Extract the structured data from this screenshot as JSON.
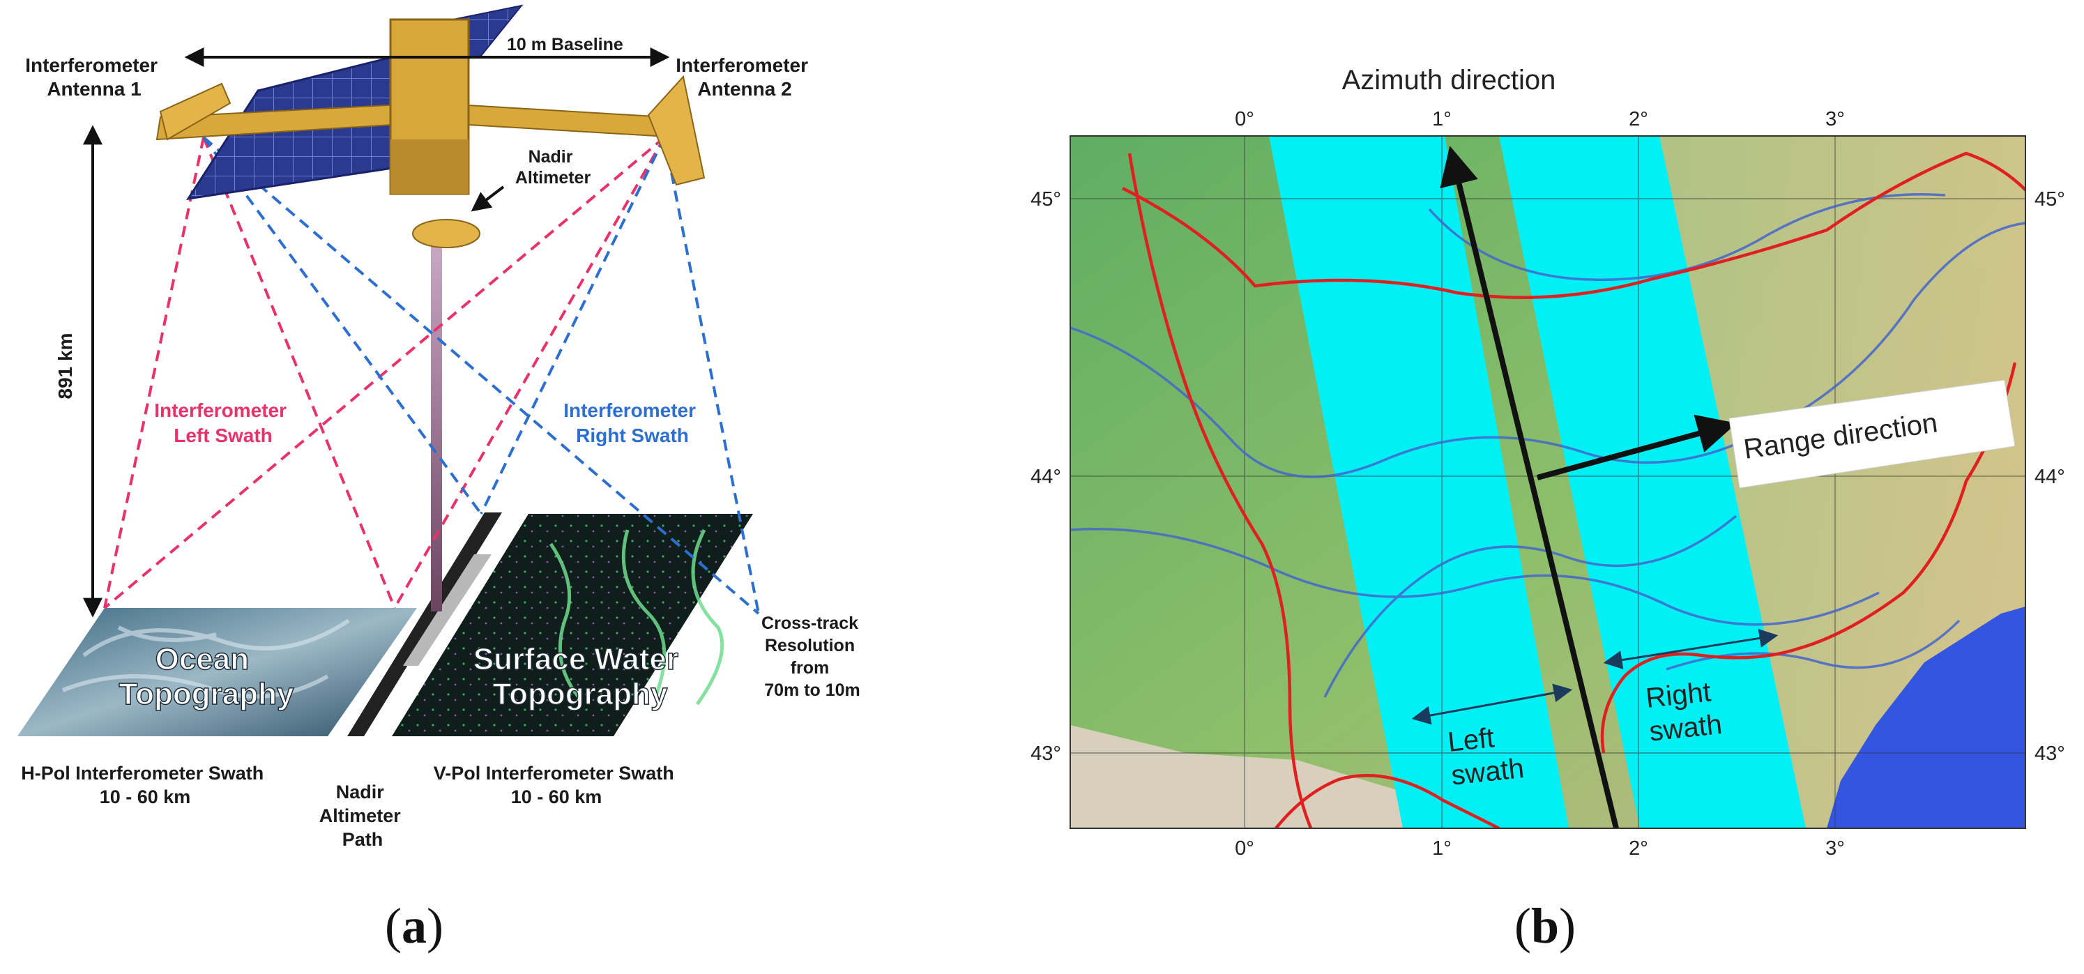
{
  "panel_a": {
    "letter_prefix": "(",
    "letter": "a",
    "letter_suffix": ")",
    "baseline": "10 m Baseline",
    "antenna1": [
      "Interferometer",
      "Antenna 1"
    ],
    "antenna2": [
      "Interferometer",
      "Antenna 2"
    ],
    "nadir_altimeter": [
      "Nadir",
      "Altimeter"
    ],
    "altitude": "891 km",
    "left_swath": [
      "Interferometer",
      "Left Swath"
    ],
    "right_swath": [
      "Interferometer",
      "Right Swath"
    ],
    "ocean": [
      "Ocean",
      "Topography"
    ],
    "surface_water": [
      "Surface Water",
      "Topography"
    ],
    "cross_track": [
      "Cross-track",
      "Resolution",
      "from",
      "70m to 10m"
    ],
    "hpol": [
      "H-Pol Interferometer Swath",
      "10 - 60 km"
    ],
    "nadir_path": [
      "Nadir",
      "Altimeter",
      "Path"
    ],
    "vpol": [
      "V-Pol Interferometer Swath",
      "10 - 60 km"
    ],
    "colors": {
      "left": "#e8326a",
      "right": "#2d6fd0",
      "altimeter": "#8a6f8a",
      "panel": "#2a3f9e",
      "gold": "#d8a93a"
    }
  },
  "panel_b": {
    "letter_prefix": "(",
    "letter": "b",
    "letter_suffix": ")",
    "azimuth": "Azimuth direction",
    "range": "Range direction",
    "left_swath": [
      "Left",
      "swath"
    ],
    "right_swath": [
      "Right",
      "swath"
    ],
    "top_ticks": [
      "0°",
      "1°",
      "2°",
      "3°"
    ],
    "bottom_ticks": [
      "0°",
      "1°",
      "2°",
      "3°"
    ],
    "left_ticks": [
      "45°",
      "44°",
      "43°"
    ],
    "right_ticks": [
      "45°",
      "44°",
      "43°"
    ],
    "colors": {
      "swath": "#00f0f5",
      "land": "#6fb26a",
      "sea": "#3355e0",
      "border": "#e02020",
      "river": "#4466cc"
    }
  }
}
